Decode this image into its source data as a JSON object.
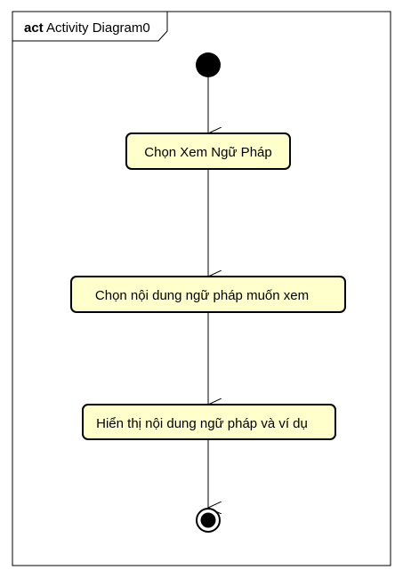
{
  "frame": {
    "keyword": "act",
    "name": "Activity Diagram0"
  },
  "nodes": {
    "initial": {
      "type": "initial-node"
    },
    "action_1": {
      "type": "action",
      "label": "Chọn Xem Ngữ Pháp"
    },
    "action_2": {
      "type": "action",
      "label": "Chọn nội dung ngữ pháp muốn xem"
    },
    "action_3": {
      "type": "action",
      "label": "Hiển thị nội dung ngữ pháp và ví dụ"
    },
    "final": {
      "type": "activity-final-node"
    }
  },
  "flows": [
    {
      "from": "initial",
      "to": "action_1"
    },
    {
      "from": "action_1",
      "to": "action_2"
    },
    {
      "from": "action_2",
      "to": "action_3"
    },
    {
      "from": "action_3",
      "to": "final"
    }
  ],
  "colors": {
    "action_fill": "#ffffcc",
    "stroke": "#000000",
    "background": "#ffffff"
  }
}
